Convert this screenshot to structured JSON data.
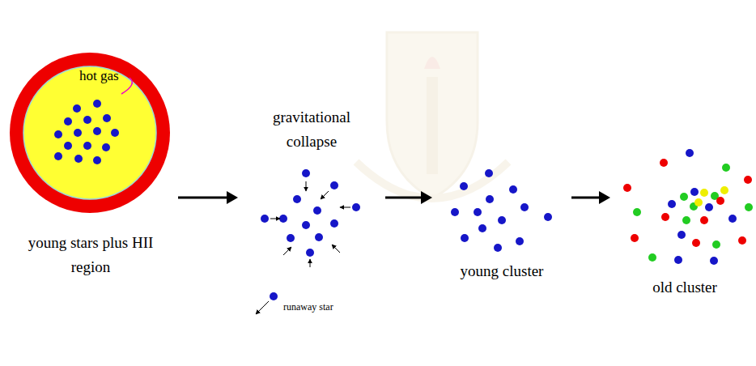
{
  "diagram": {
    "nodes": [
      {
        "text": [
          "young stars plus HII region"
        ]
      },
      {
        "text": [
          "gravitational collapse"
        ]
      },
      {
        "text": [
          "young cluster"
        ]
      },
      {
        "text": [
          "old cluster"
        ]
      }
    ],
    "edges": [
      {
        "from": 0,
        "to": 1,
        "arrow": "to"
      },
      {
        "from": 1,
        "to": 2,
        "arrow": "to"
      },
      {
        "from": 2,
        "to": 3,
        "arrow": "to"
      }
    ],
    "labels": [
      "hot gas",
      "runaway star"
    ]
  }
}
